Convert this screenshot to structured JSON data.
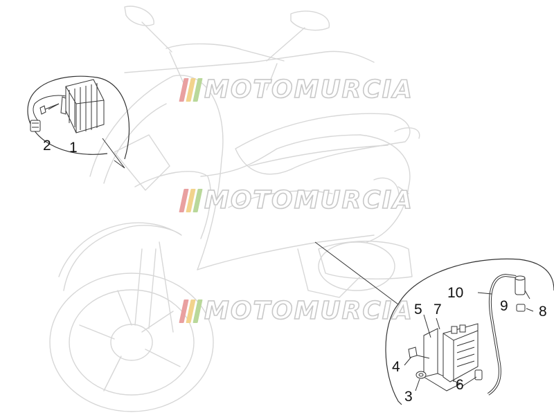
{
  "watermark": {
    "text": "MOTOMURCIA",
    "colors": [
      "#e9a0a0",
      "#f2d38c",
      "#b9d89a"
    ]
  },
  "callouts": [
    {
      "id": "1",
      "label": "1"
    },
    {
      "id": "2",
      "label": "2"
    },
    {
      "id": "3",
      "label": "3"
    },
    {
      "id": "4",
      "label": "4"
    },
    {
      "id": "5",
      "label": "5"
    },
    {
      "id": "6",
      "label": "6"
    },
    {
      "id": "7",
      "label": "7"
    },
    {
      "id": "8",
      "label": "8"
    },
    {
      "id": "9",
      "label": "9"
    },
    {
      "id": "10",
      "label": "10"
    }
  ],
  "colors": {
    "scooter_outline": "#d7d7d7",
    "part_line": "#333333",
    "callout_text": "#111111"
  }
}
